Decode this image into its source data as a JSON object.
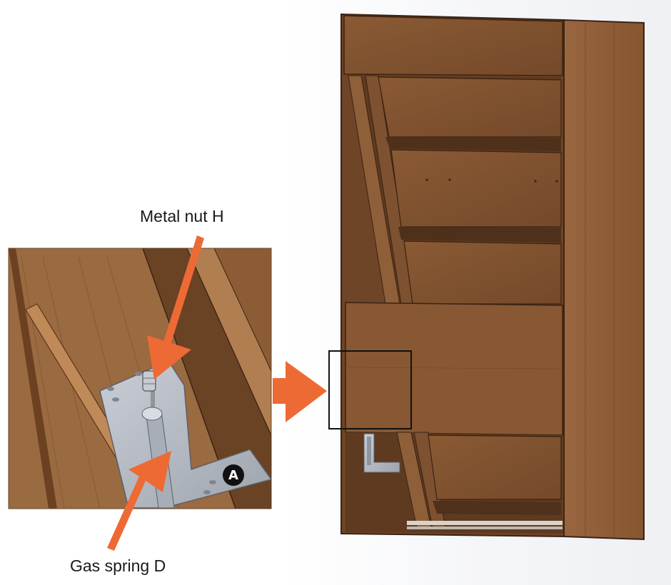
{
  "labels": {
    "metal_nut": "Metal nut H",
    "gas_spring": "Gas spring D",
    "callout_badge": "A"
  },
  "colors": {
    "arrow": "#EE6A35",
    "wood_dark": "#7A4E2C",
    "wood_mid": "#8E5F38",
    "wood_light": "#A8764A",
    "bracket": "#B9BEC6"
  },
  "icons": [
    "arrow-icon",
    "bracket-icon"
  ]
}
